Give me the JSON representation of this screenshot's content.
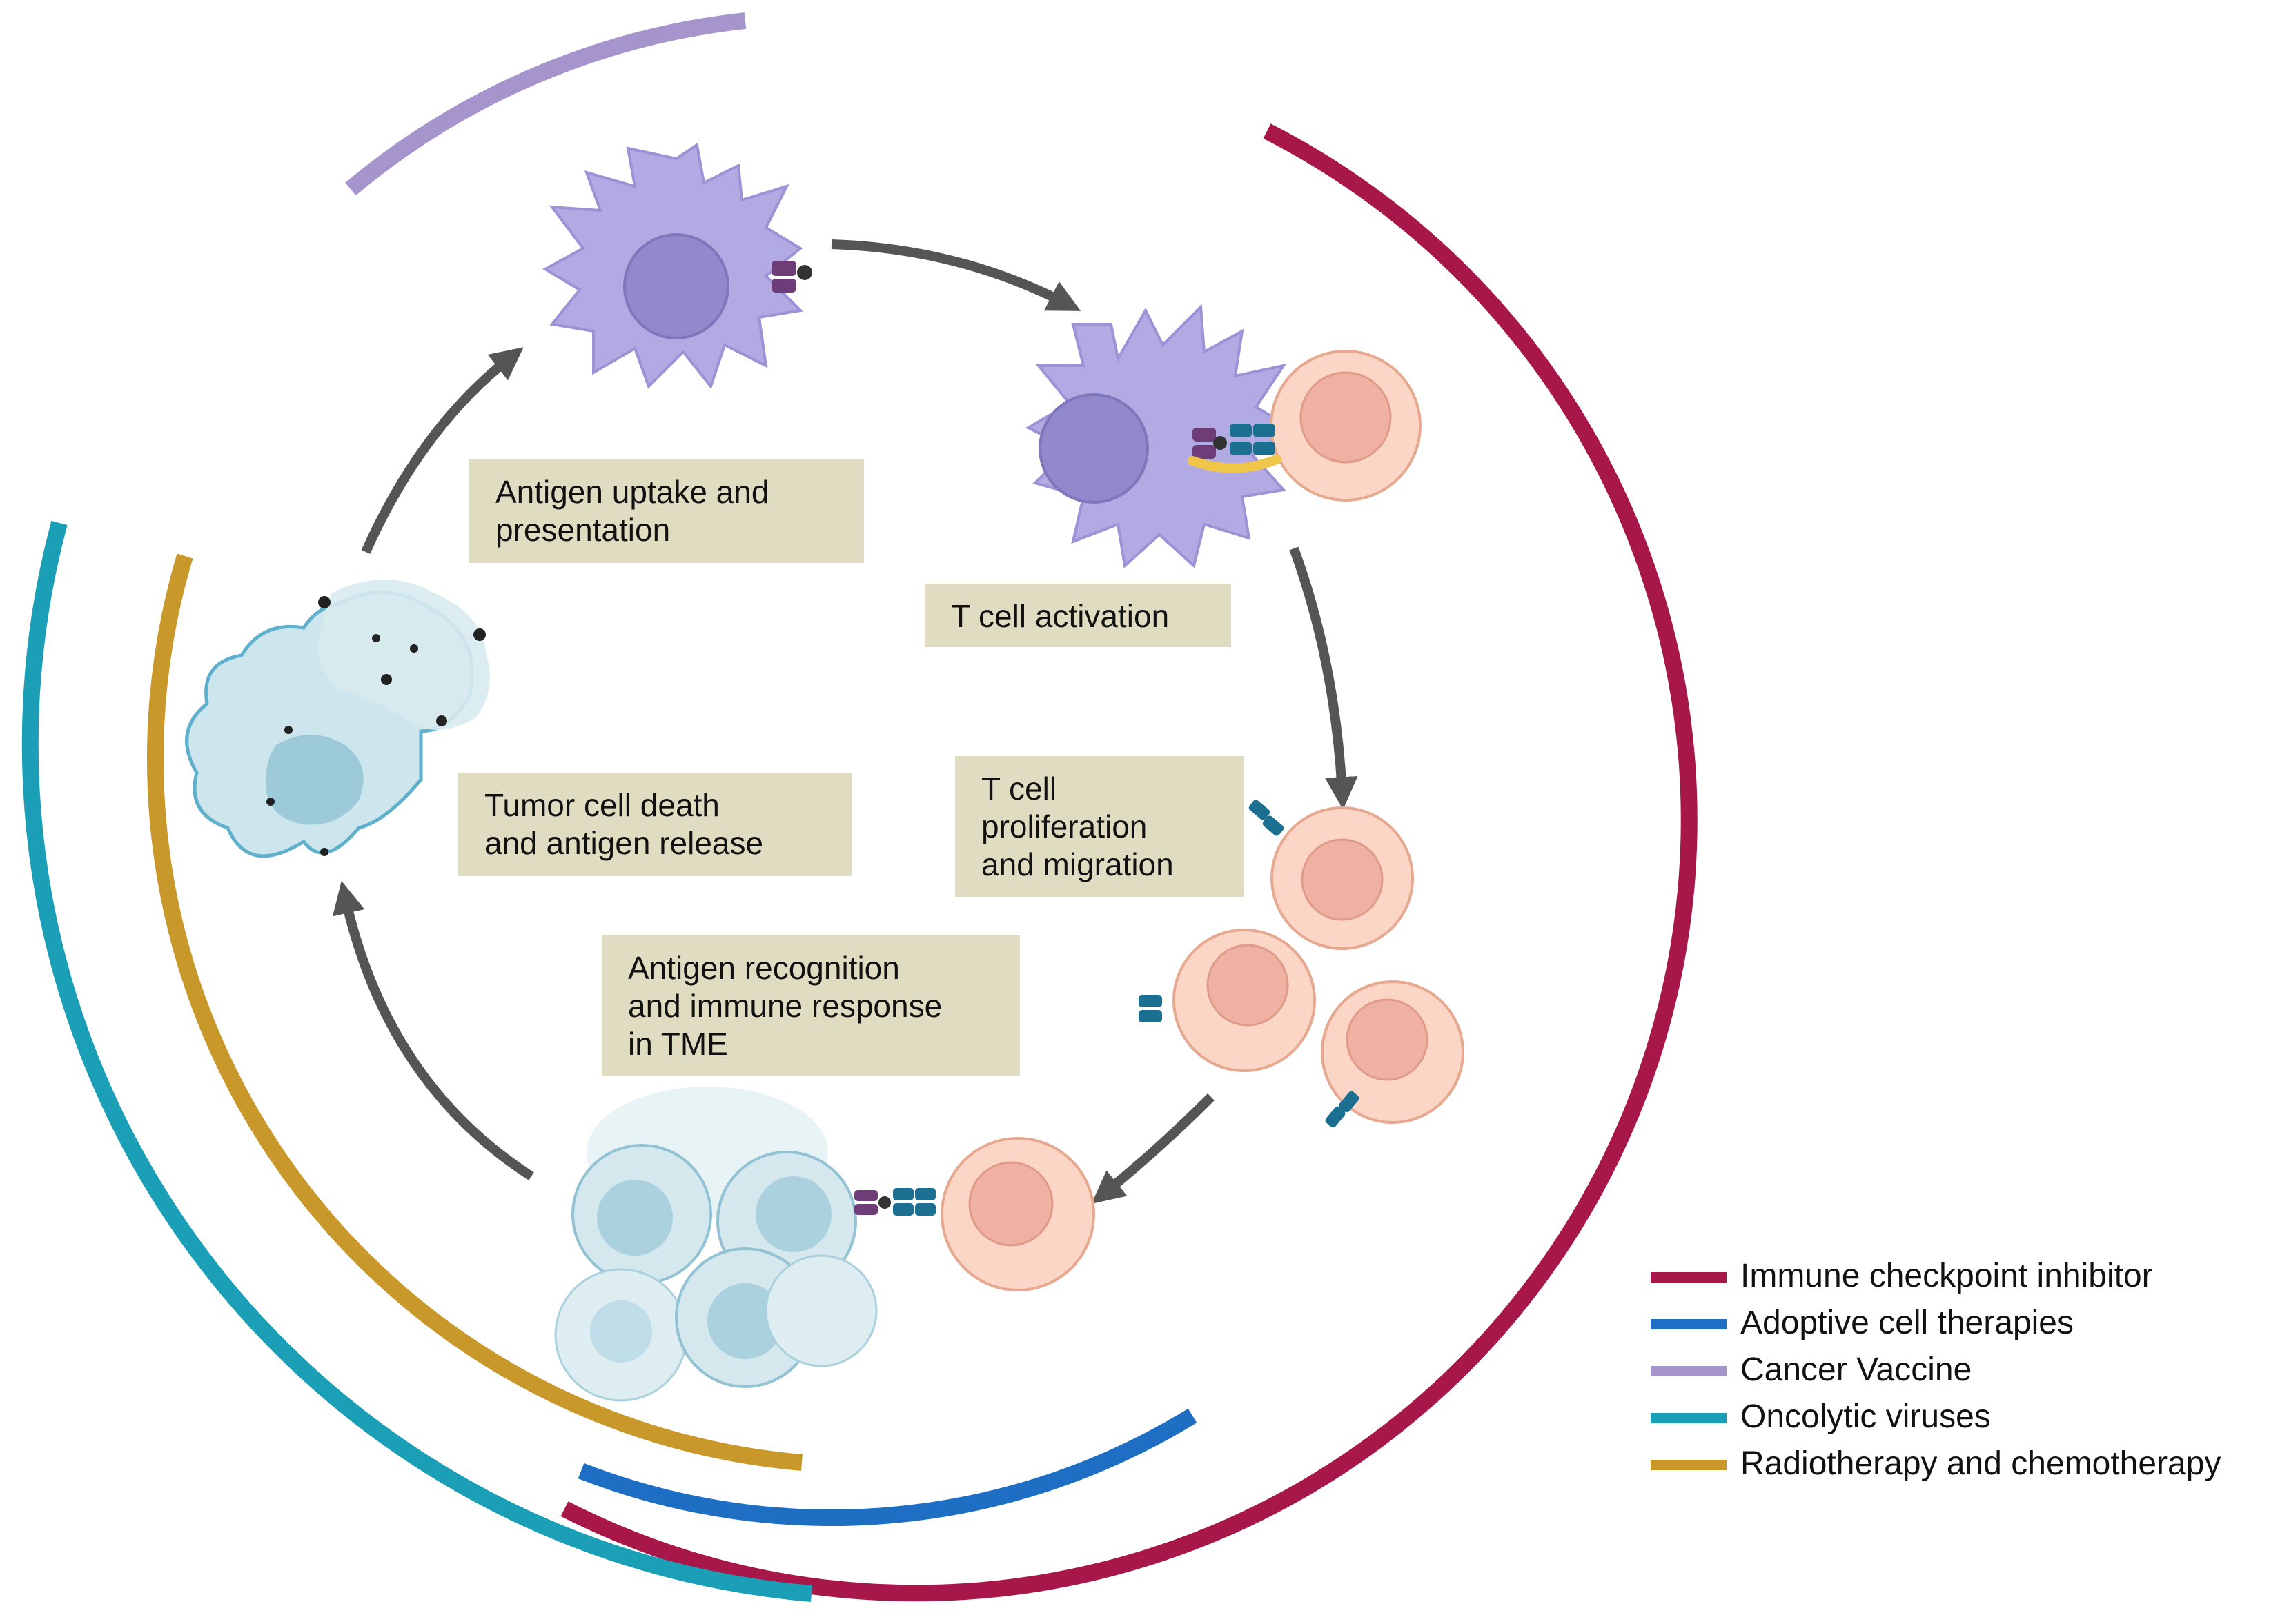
{
  "steps": {
    "uptake": {
      "lines": [
        "Antigen uptake and",
        "presentation"
      ]
    },
    "activation": {
      "lines": [
        "T cell activation"
      ]
    },
    "proliferation": {
      "lines": [
        "T cell",
        "proliferation",
        "and migration"
      ]
    },
    "recognition": {
      "lines": [
        "Antigen recognition",
        "and immune response",
        "in TME"
      ]
    },
    "death": {
      "lines": [
        "Tumor cell death",
        "and antigen release"
      ]
    }
  },
  "legend": [
    {
      "label": "Immune checkpoint inhibitor",
      "color": "#a8174a"
    },
    {
      "label": "Adoptive cell therapies",
      "color": "#1e6fc4"
    },
    {
      "label": "Cancer Vaccine",
      "color": "#a695cc"
    },
    {
      "label": "Oncolytic viruses",
      "color": "#1b9fb6"
    },
    {
      "label": "Radiotherapy and chemotherapy",
      "color": "#c9982b"
    }
  ],
  "colors": {
    "cycle_arrow": "#555555",
    "step_box": "#e0dcc2",
    "dendritic_cell": "#b1aae3",
    "dendritic_nucleus": "#9189cc",
    "t_cell": "#fbd6c6",
    "t_cell_nucleus": "#efb2a2",
    "tumor_cell": "#cde5ec",
    "tumor_nucleus": "#9ccad8",
    "mhc": "#6e3c77",
    "tcr": "#1b6f91",
    "costim": "#f0c64a"
  }
}
